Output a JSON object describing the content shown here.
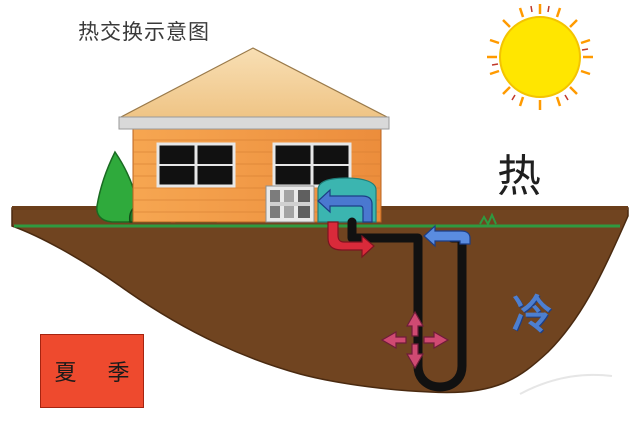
{
  "diagram": {
    "title": "热交换示意图",
    "hot_label": "热",
    "cold_label": "冷",
    "season_label": "夏 季"
  },
  "colors": {
    "soil": "#704420",
    "soil_edge": "#4a2a10",
    "grass": "#2f9a40",
    "house_wall": "#f19a48",
    "roof": "#f6d7a8",
    "roof_trim": "#d6d6d6",
    "sun": "#ffe600",
    "hot_arrow": "#d92a3a",
    "cold_arrow": "#4a78d0",
    "pipe": "#111111",
    "season_box": "#ee4a2e"
  }
}
